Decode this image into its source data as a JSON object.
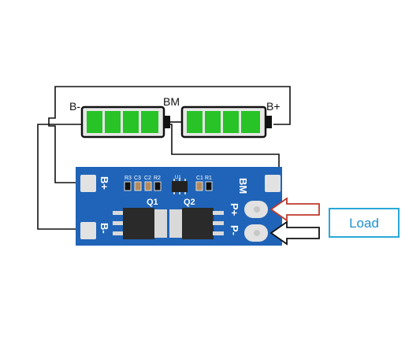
{
  "battery_labels": {
    "b_minus": "B-",
    "bm": "BM",
    "b_plus": "B+"
  },
  "board": {
    "pads": {
      "b_plus": "B+",
      "b_minus": "B-",
      "bm": "BM",
      "p_plus": "P+",
      "p_minus": "P-"
    },
    "components": {
      "r3": "R3",
      "c3": "C3",
      "c2": "C2",
      "r2": "R2",
      "u1": "U1",
      "c1": "C1",
      "r1": "R1"
    },
    "mosfets": {
      "q1": "Q1",
      "q2": "Q2"
    }
  },
  "load_label": "Load",
  "colors": {
    "pcb": "#1f64b8",
    "pad": "#e2e2e2",
    "cell_green": "#27c327",
    "battery_body": "#e8e8e8",
    "wire": "#111111",
    "arrow_red": "#c0392b",
    "arrow_black": "#111111",
    "load_border": "#29a8d8",
    "load_text": "#1d8fd0"
  }
}
